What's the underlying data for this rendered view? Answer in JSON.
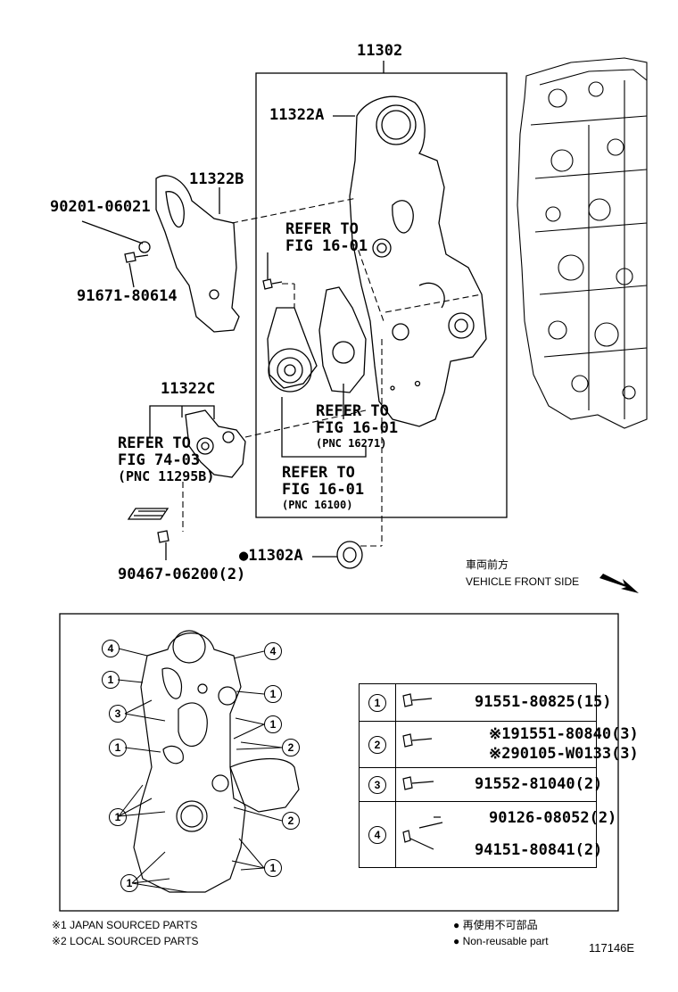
{
  "labels": {
    "assy": "11302",
    "p11322a": "11322A",
    "p11322b": "11322B",
    "p11322c": "11322C",
    "p90201": "90201-06021",
    "p91671": "91671-80614",
    "refer1_a": "REFER TO",
    "refer1_b": "FIG 16-01",
    "refer2_a": "REFER TO",
    "refer2_b": "FIG 16-01",
    "refer2_c": "(PNC 16271)",
    "refer3_a": "REFER TO",
    "refer3_b": "FIG 16-01",
    "refer3_c": "(PNC 16100)",
    "refer4_a": "REFER TO",
    "refer4_b": "FIG 74-03",
    "refer4_c": "(PNC 11295B)",
    "p90467": "90467-06200(2)",
    "p11302a": "●11302A",
    "front_jp": "車両前方",
    "front_en": "VEHICLE FRONT SIDE"
  },
  "legend": [
    {
      "num": "1",
      "parts": [
        "91551-80825(15)"
      ]
    },
    {
      "num": "2",
      "parts": [
        "※191551-80840(3)",
        "※290105-W0133(3)"
      ]
    },
    {
      "num": "3",
      "parts": [
        "91552-81040(2)"
      ]
    },
    {
      "num": "4",
      "parts": [
        "90126-08052(2)",
        "94151-80841(2)"
      ]
    }
  ],
  "detail_callouts": [
    "4",
    "4",
    "1",
    "1",
    "3",
    "1",
    "1",
    "2",
    "1",
    "2",
    "1",
    "1",
    "1"
  ],
  "notes": {
    "n1": "※1 JAPAN SOURCED PARTS",
    "n2": "※2 LOCAL SOURCED PARTS",
    "dot_jp": "● 再使用不可部品",
    "dot_en": "● Non-reusable part",
    "fig_id": "117146E"
  }
}
